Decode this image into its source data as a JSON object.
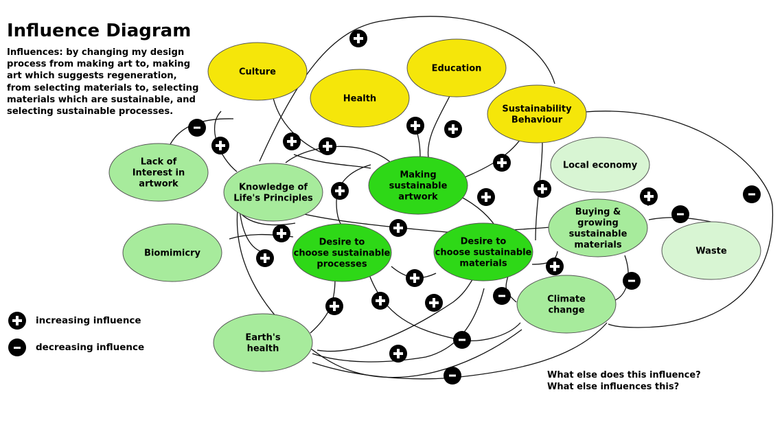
{
  "header": {
    "title": "Influence Diagram",
    "subtitle": "Influences: by changing my design process from making art to, making art which suggests regeneration, from selecting materials to, selecting materials which are sustainable, and selecting sustainable processes."
  },
  "nodes": {
    "culture": [
      "Culture"
    ],
    "education": [
      "Education"
    ],
    "health": [
      "Health"
    ],
    "sustainability_behaviour": [
      "Sustainability",
      "Behaviour"
    ],
    "lack_of_interest": [
      "Lack of",
      "Interest in",
      "artwork"
    ],
    "knowledge_life_principles": [
      "Knowledge of",
      "Life's Principles"
    ],
    "making_sustainable_artwork": [
      "Making",
      "sustainable",
      "artwork"
    ],
    "local_economy": [
      "Local economy"
    ],
    "buying_growing": [
      "Buying &",
      "growing",
      "sustainable",
      "materials"
    ],
    "waste": [
      "Waste"
    ],
    "biomimicry": [
      "Biomimicry"
    ],
    "desire_processes": [
      "Desire to",
      "choose sustainable",
      "processes"
    ],
    "desire_materials": [
      "Desire to",
      "choose sustainable",
      "materials"
    ],
    "climate_change": [
      "Climate",
      "change"
    ],
    "earths_health": [
      "Earth's",
      "health"
    ]
  },
  "colors": {
    "yellow_node": "#f5e60a",
    "bright_green_node": "#2ed817",
    "light_green_node": "#a7eb9c",
    "pale_green_node": "#d8f5d3",
    "symbol_bg": "#000000",
    "symbol_fg": "#ffffff"
  },
  "legend": {
    "increasing": "increasing influence",
    "decreasing": "decreasing influence"
  },
  "questions": {
    "q1": "What else does this influence?",
    "q2": "What else influences this?"
  }
}
